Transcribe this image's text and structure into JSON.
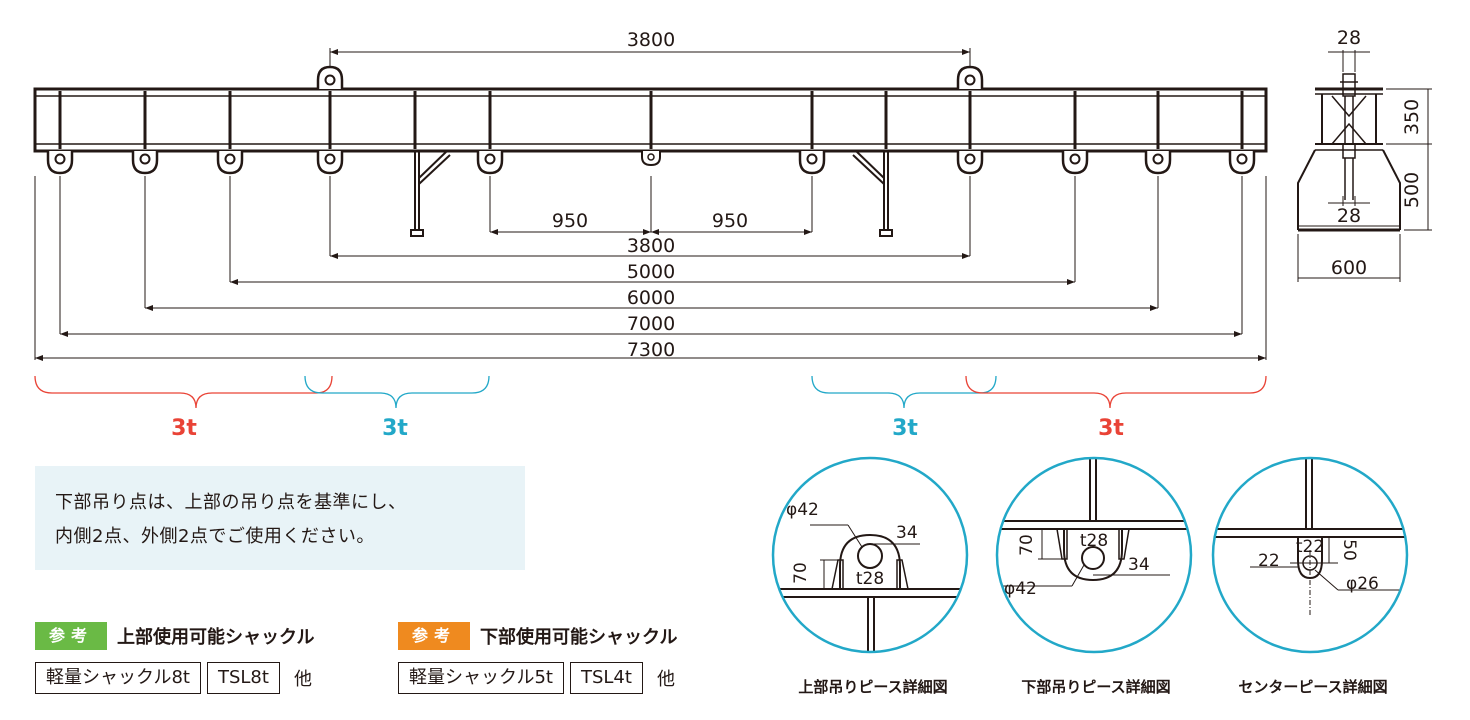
{
  "colors": {
    "line": "#231815",
    "red": "#e94336",
    "cyan": "#22a8c8",
    "note_bg": "#e8f3f7",
    "tag_green": "#6aba45",
    "tag_orange": "#ef8a1f"
  },
  "dims": {
    "top_span": "3800",
    "inner_950_left": "950",
    "inner_950_right": "950",
    "d3800": "3800",
    "d5000": "5000",
    "d6000": "6000",
    "d7000": "7000",
    "d7300": "7300",
    "side_top_width": "28",
    "side_inner_width": "28",
    "side_base_width": "600",
    "side_upper_height": "350",
    "side_lower_height": "500"
  },
  "capacity_labels": {
    "left_red": "3t",
    "left_cyan": "3t",
    "right_cyan": "3t",
    "right_red": "3t"
  },
  "note": {
    "line1": "下部吊り点は、上部の吊り点を基準にし、",
    "line2": "内側2点、外側2点でご使用ください。"
  },
  "shackles": {
    "upper": {
      "tag": "参考",
      "title": "上部使用可能シャックル",
      "item1": "軽量シャックル8t",
      "item2": "TSL8t",
      "etc": "他"
    },
    "lower": {
      "tag": "参考",
      "title": "下部使用可能シャックル",
      "item1": "軽量シャックル5t",
      "item2": "TSL4t",
      "etc": "他"
    }
  },
  "details": {
    "upper": {
      "caption": "上部吊りピース詳細図",
      "hole_dia": "φ42",
      "width": "34",
      "height": "70",
      "thickness": "t28"
    },
    "lower": {
      "caption": "下部吊りピース詳細図",
      "hole_dia": "φ42",
      "width": "34",
      "height": "70",
      "thickness": "t28"
    },
    "center": {
      "caption": "センターピース詳細図",
      "hole_dia": "φ26",
      "width": "22",
      "height": "50",
      "thickness": "t22"
    }
  }
}
